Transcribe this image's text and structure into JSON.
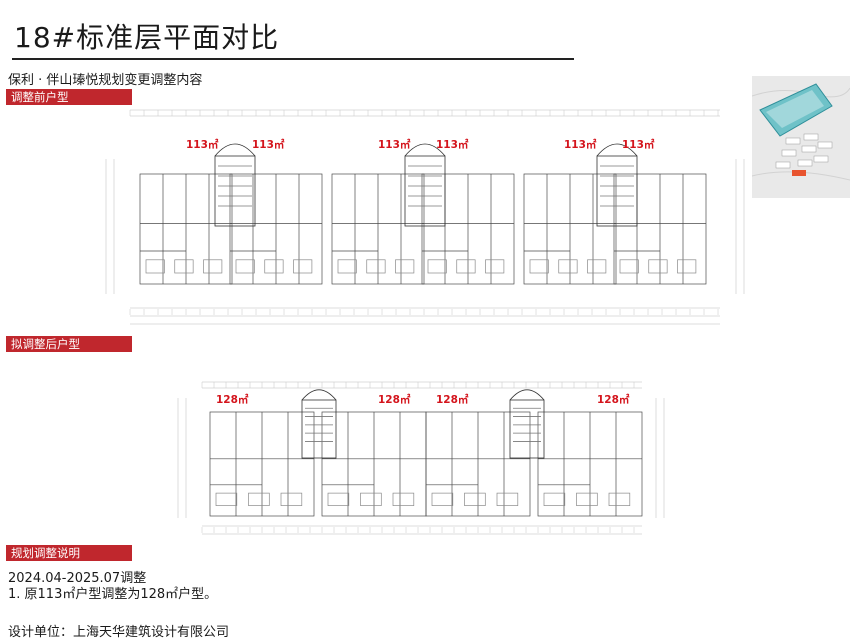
{
  "header": {
    "title": "18#标准层平面对比",
    "subtitle": "保利 · 伴山瑧悦规划变更调整内容"
  },
  "sections": {
    "before_label": "调整前户型",
    "after_label": "拟调整后户型",
    "notes_label": "规划调整说明"
  },
  "before_plan": {
    "area_labels": [
      "113㎡",
      "113㎡",
      "113㎡",
      "113㎡",
      "113㎡",
      "113㎡"
    ]
  },
  "after_plan": {
    "area_labels": [
      "128㎡",
      "128㎡",
      "128㎡",
      "128㎡"
    ]
  },
  "notes": {
    "date_range": "2024.04-2025.07调整",
    "item1": "1.  原113㎡户型调整为128㎡户型。"
  },
  "footer": {
    "designer": "设计单位：上海天华建筑设计有限公司"
  },
  "colors": {
    "accent": "#c0272d",
    "area_text": "#d4141c"
  }
}
